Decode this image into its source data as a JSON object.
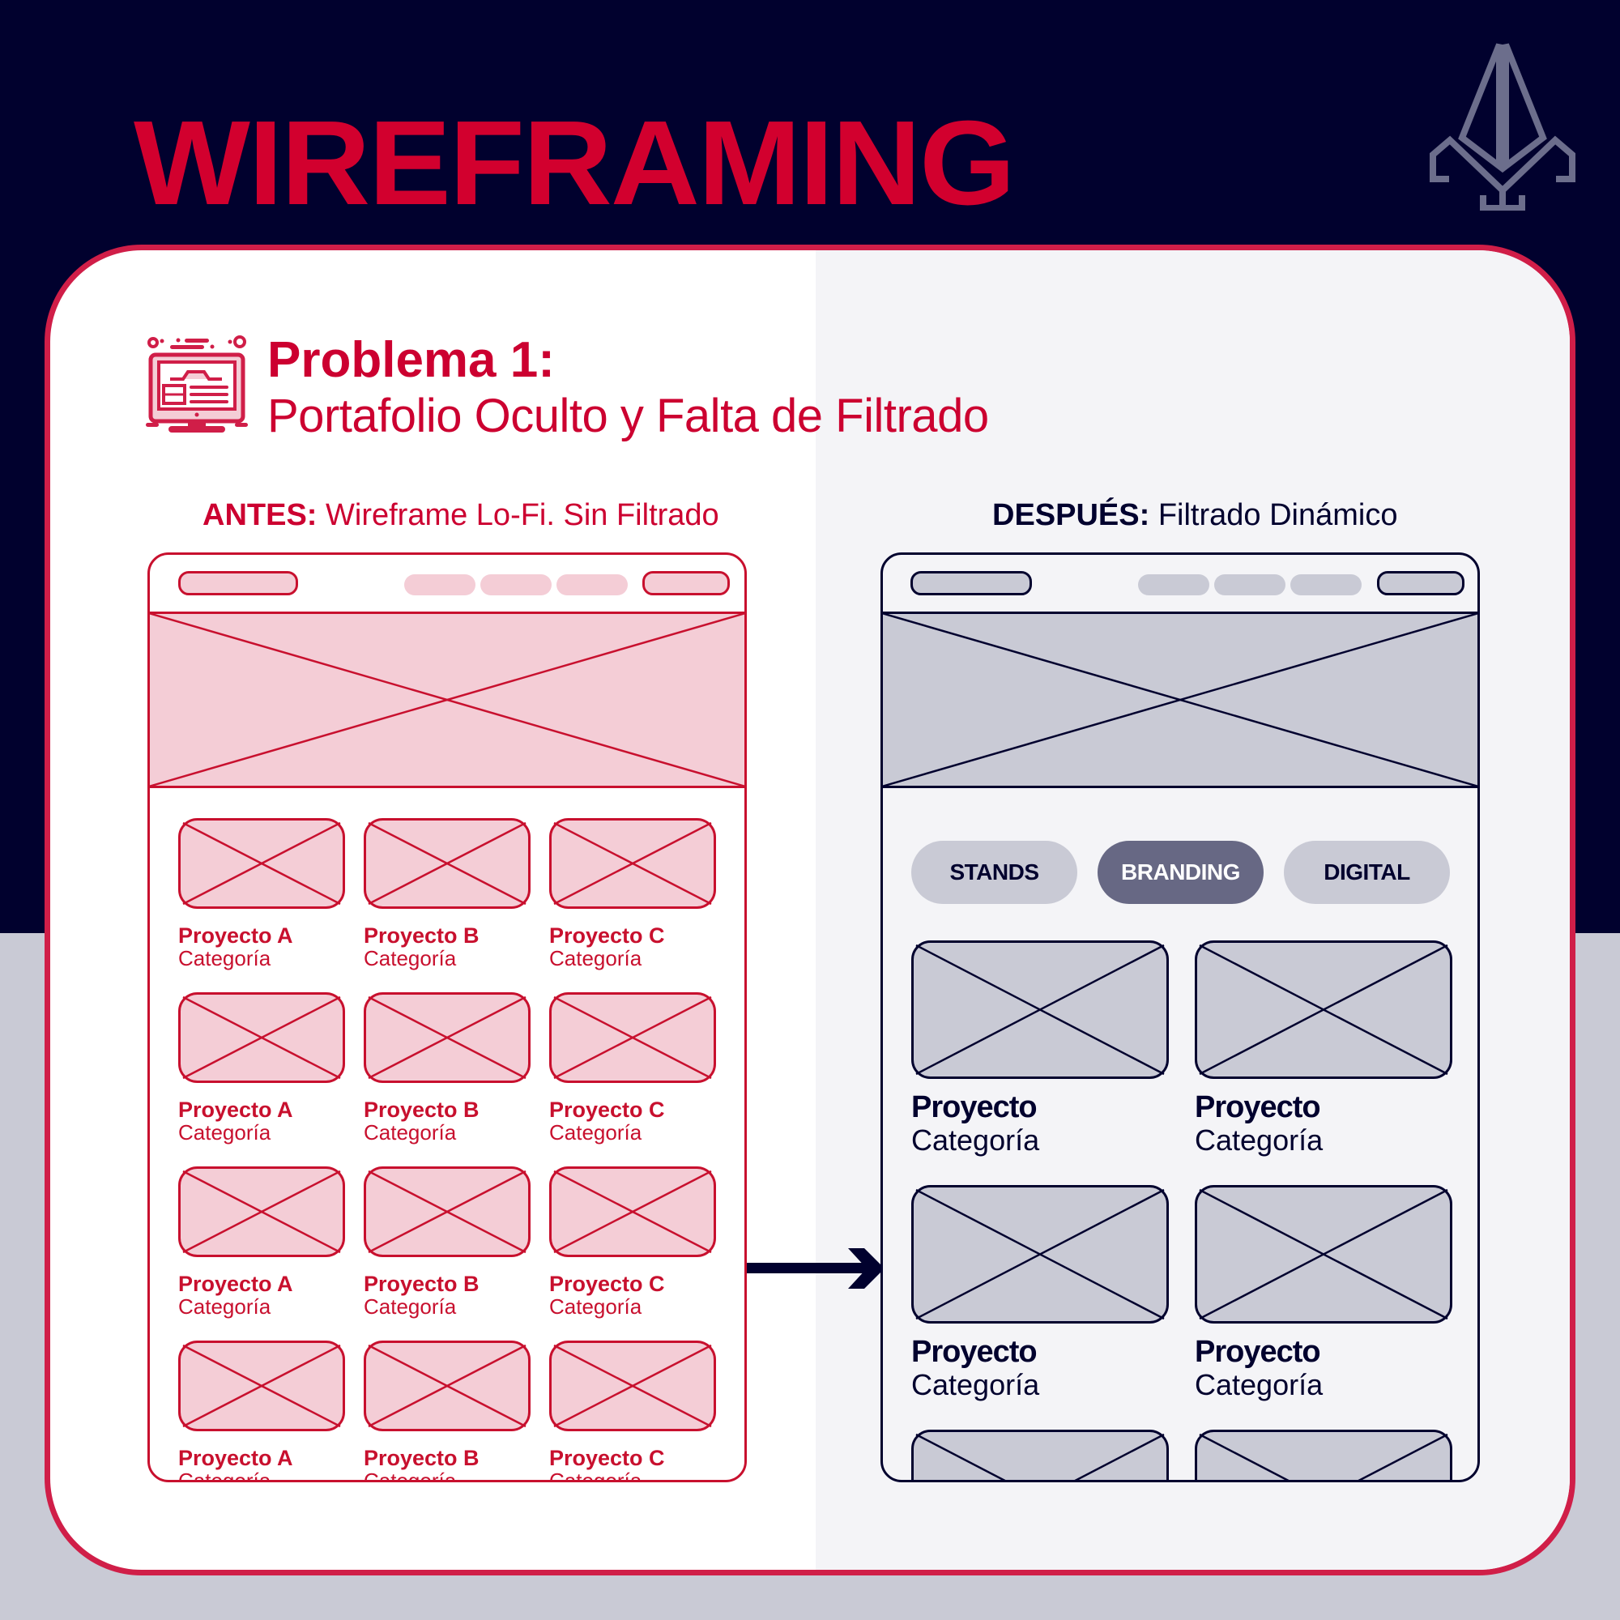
{
  "header": {
    "title": "WIREFRAMING",
    "logo_icon": "fleur-de-lis-logo-icon"
  },
  "colors": {
    "navy": "#01012e",
    "red": "#d2002e",
    "pink_fill": "#f4cdd6",
    "grey_fill": "#c9cad5",
    "chip_active": "#676884",
    "panel_right": "#f4f4f7"
  },
  "problem": {
    "icon": "monitor-wireframe-icon",
    "title": "Problema 1:",
    "subtitle": "Portafolio Oculto y Falta de Filtrado"
  },
  "before": {
    "label_bold": "ANTES:",
    "label_rest": " Wireframe Lo-Fi. Sin Filtrado",
    "grid": [
      {
        "name": "Proyecto A",
        "category": "Categoría"
      },
      {
        "name": "Proyecto B",
        "category": "Categoría"
      },
      {
        "name": "Proyecto C",
        "category": "Categoría"
      },
      {
        "name": "Proyecto A",
        "category": "Categoría"
      },
      {
        "name": "Proyecto B",
        "category": "Categoría"
      },
      {
        "name": "Proyecto C",
        "category": "Categoría"
      },
      {
        "name": "Proyecto A",
        "category": "Categoría"
      },
      {
        "name": "Proyecto B",
        "category": "Categoría"
      },
      {
        "name": "Proyecto C",
        "category": "Categoría"
      },
      {
        "name": "Proyecto A",
        "category": "Categoría"
      },
      {
        "name": "Proyecto B",
        "category": "Categoría"
      },
      {
        "name": "Proyecto C",
        "category": "Categoría"
      }
    ]
  },
  "after": {
    "label_bold": "DESPUÉS:",
    "label_rest": " Filtrado Dinámico",
    "filters": [
      {
        "label": "STANDS",
        "active": false
      },
      {
        "label": "BRANDING",
        "active": true
      },
      {
        "label": "DIGITAL",
        "active": false
      }
    ],
    "grid": [
      {
        "name": "Proyecto",
        "category": "Categoría"
      },
      {
        "name": "Proyecto",
        "category": "Categoría"
      },
      {
        "name": "Proyecto",
        "category": "Categoría"
      },
      {
        "name": "Proyecto",
        "category": "Categoría"
      },
      {
        "name": "",
        "category": ""
      },
      {
        "name": "",
        "category": ""
      }
    ]
  },
  "transition_icon": "arrow-right-icon"
}
